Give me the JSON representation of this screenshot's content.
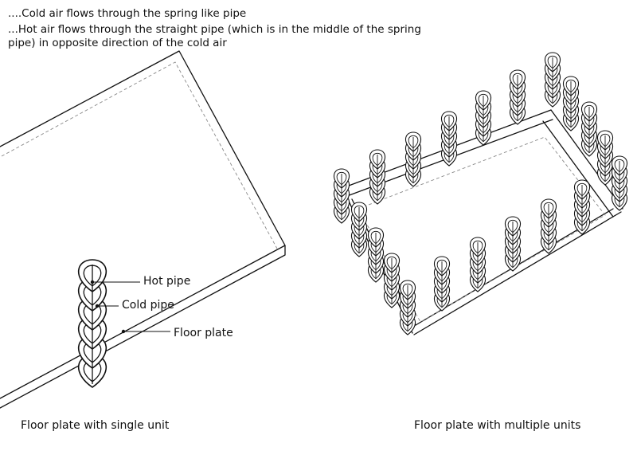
{
  "notes": {
    "line1": "....Cold air flows through the spring like pipe",
    "line2": "...Hot air flows through the straight pipe  (which is in the middle of the spring",
    "line3": "pipe) in opposite direction of the cold air"
  },
  "labels": {
    "hot_pipe": "Hot pipe",
    "cold_pipe": "Cold pipe",
    "floor_plate": "Floor plate"
  },
  "captions": {
    "single": "Floor plate with single unit",
    "multiple": "Floor plate with multiple units"
  },
  "colors": {
    "line": "#111111",
    "hidden_line": "#888888",
    "background": "#ffffff"
  }
}
